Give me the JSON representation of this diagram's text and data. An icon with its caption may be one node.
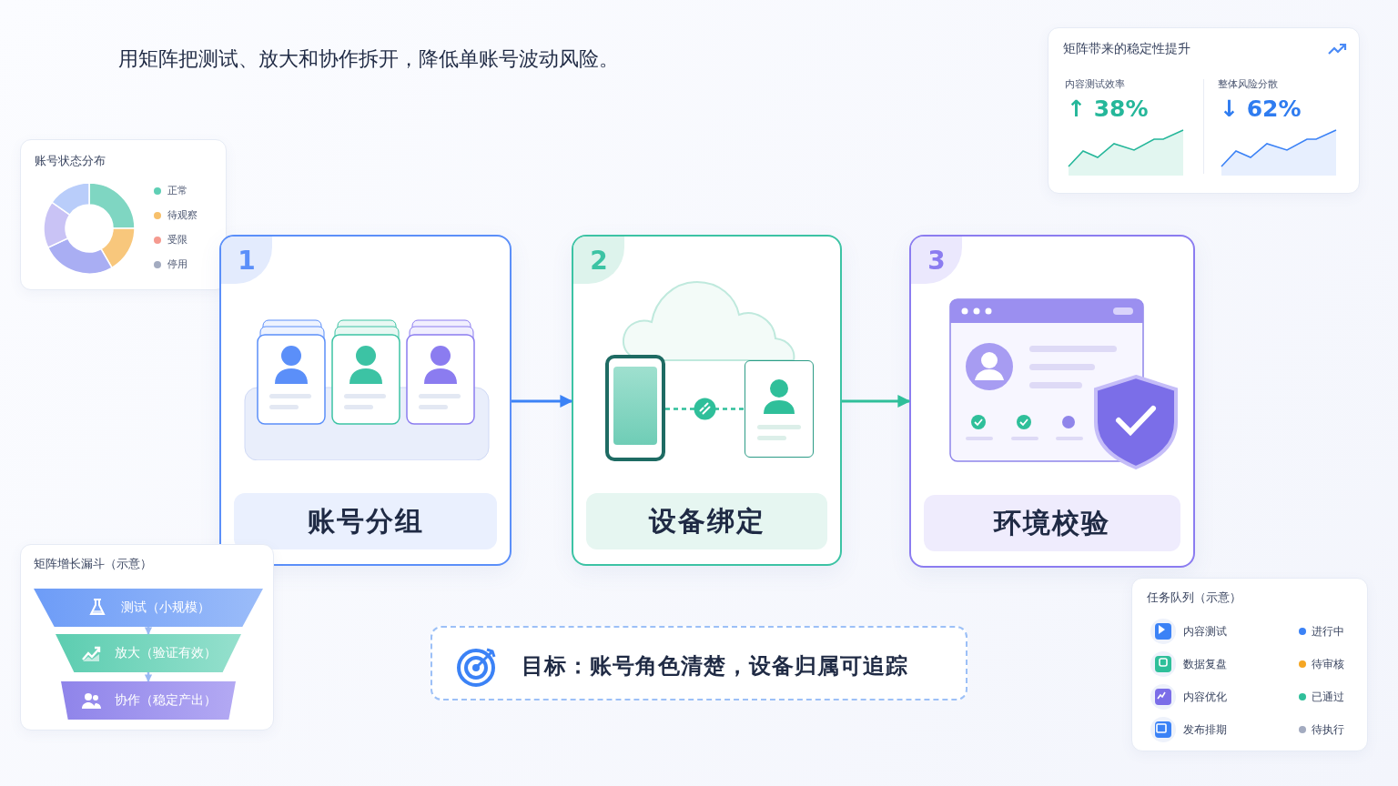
{
  "diagram": {
    "title": "用矩阵把测试、放大和协作拆开，降低单账号波动风险。",
    "nodes": [
      {
        "text": [
          "矩阵带来的稳定性提升",
          "内容测试效率",
          "↑ 38%",
          "整体风险分散",
          "↓ 62%"
        ]
      },
      {
        "text": [
          "账号状态分布"
        ]
      },
      {
        "text": [
          "1",
          "账号分组"
        ]
      },
      {
        "text": [
          "2",
          "设备绑定"
        ]
      },
      {
        "text": [],
        "shape": "picture",
        "in": 3
      },
      {
        "text": [],
        "shape": "picture",
        "in": 3
      },
      {
        "text": [
          "3",
          "环境校验"
        ]
      },
      {
        "text": [
          "矩阵增长漏斗（示意）"
        ]
      },
      {
        "text": [
          "测试（小规模）"
        ],
        "in": 7
      },
      {
        "text": [
          "放大（验证有效）"
        ],
        "in": 7
      },
      {
        "text": [
          "协作（稳定产出）"
        ],
        "in": 7
      },
      {
        "text": [
          "目标：账号角色清楚，设备归属可追踪"
        ]
      },
      {
        "text": [
          "任务队列（示意）"
        ]
      }
    ],
    "edges": [
      {
        "from": 2,
        "to": 3,
        "arrow": "to",
        "color": "#3b82f6"
      },
      {
        "from": 4,
        "to": 5,
        "arrow": "none",
        "style": "dashed"
      },
      {
        "from": 3,
        "to": 6,
        "arrow": "to"
      },
      {
        "from": 8,
        "to": 9,
        "arrow": "to",
        "color": "#9ab9f3"
      },
      {
        "from": 9,
        "to": 10,
        "arrow": "to",
        "color": "#9ab9f3"
      }
    ],
    "labels": [
      "内容测试",
      "进行中",
      "数据复盘",
      "待审核",
      "内容优化",
      "已通过",
      "发布排期",
      "待执行"
    ],
    "legend": [
      {
        "text": "正常",
        "color": "#5fcfb5"
      },
      {
        "text": "待观察",
        "color": "#f7c06b"
      },
      {
        "text": "受限",
        "color": "#f59a8f"
      },
      {
        "text": "停用",
        "color": "#a3abc0"
      }
    ]
  }
}
